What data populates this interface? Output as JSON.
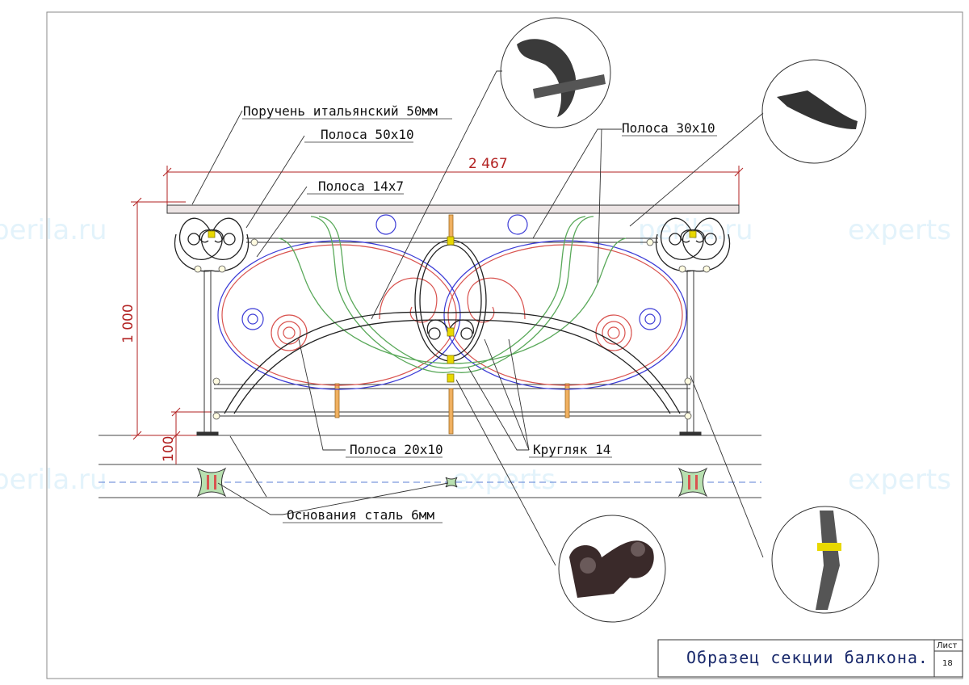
{
  "watermark": {
    "texts": [
      "perila.ru",
      "experts",
      "perila.ru",
      "experts",
      "perila.ru",
      "experts"
    ]
  },
  "dimensions": {
    "length": "2 467",
    "height": "1 000",
    "base_gap": "100"
  },
  "labels": {
    "handrail": "Поручень итальянский 50мм",
    "strip_50x10": "Полоса 50x10",
    "strip_14x7": "Полоса 14x7",
    "strip_30x10": "Полоса 30x10",
    "strip_20x10": "Полоса 20x10",
    "round_14": "Кругляк 14",
    "base": "Основания сталь 6мм"
  },
  "title_block": {
    "title": "Образец секции балкона.",
    "sheet_label": "Лист",
    "sheet_number": "18"
  },
  "colors": {
    "dimension": "#b22222",
    "green_strip": "#5aa95a",
    "red_scroll": "#d9534f",
    "blue_ring": "#3b3bd6",
    "yellow_clamp": "#e8d800",
    "base_green": "#b8e0b0",
    "frame": "#555555"
  }
}
